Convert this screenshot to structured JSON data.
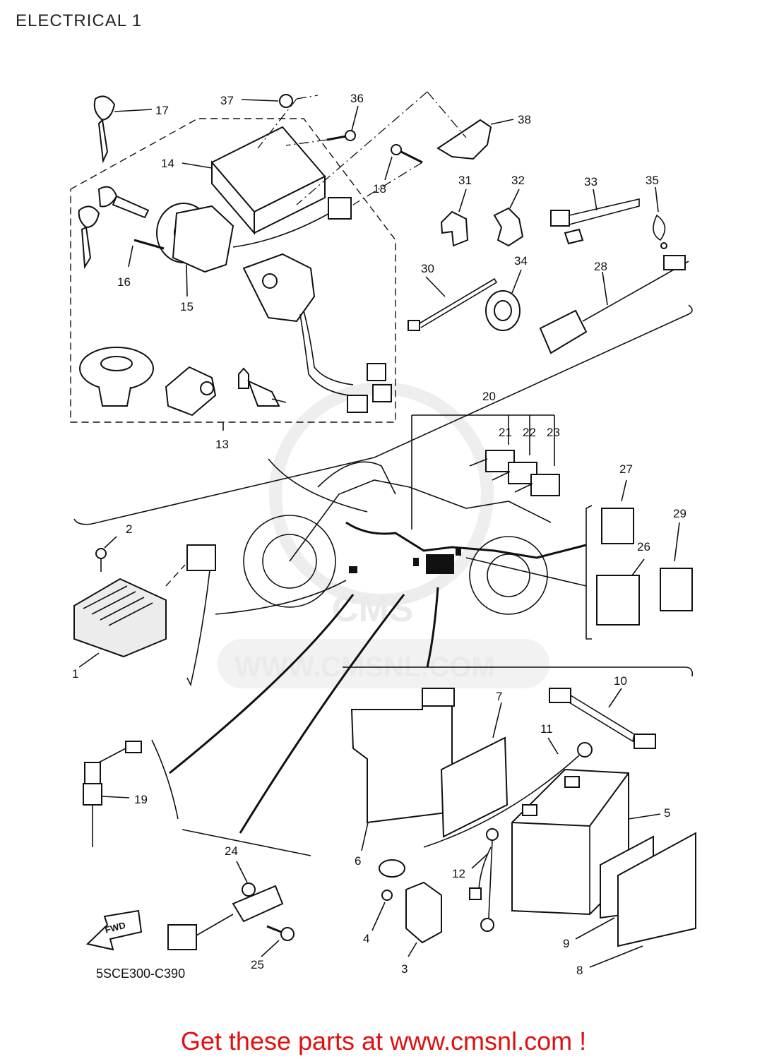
{
  "title": "ELECTRICAL 1",
  "diagram_code": "5SCE300-C390",
  "fwd_label": "FWD",
  "watermark": {
    "logo_text": "CMS",
    "url_text": "WWW.CMSNL.COM"
  },
  "footer": "Get these parts at www.cmsnl.com !",
  "colors": {
    "footer": "#e01010",
    "line": "#111111",
    "watermark": "#e8e8e8"
  },
  "callouts": {
    "p1": "1",
    "p2": "2",
    "p3": "3",
    "p4": "4",
    "p5": "5",
    "p6": "6",
    "p7": "7",
    "p8": "8",
    "p9": "9",
    "p10": "10",
    "p11": "11",
    "p12": "12",
    "p13": "13",
    "p14": "14",
    "p15": "15",
    "p16": "16",
    "p17": "17",
    "p18": "18",
    "p19": "19",
    "p20": "20",
    "p21": "21",
    "p22": "22",
    "p23": "23",
    "p24": "24",
    "p25": "25",
    "p26": "26",
    "p27": "27",
    "p28": "28",
    "p29": "29",
    "p30": "30",
    "p31": "31",
    "p32": "32",
    "p33": "33",
    "p34": "34",
    "p35": "35",
    "p36": "36",
    "p37": "37",
    "p38": "38"
  }
}
